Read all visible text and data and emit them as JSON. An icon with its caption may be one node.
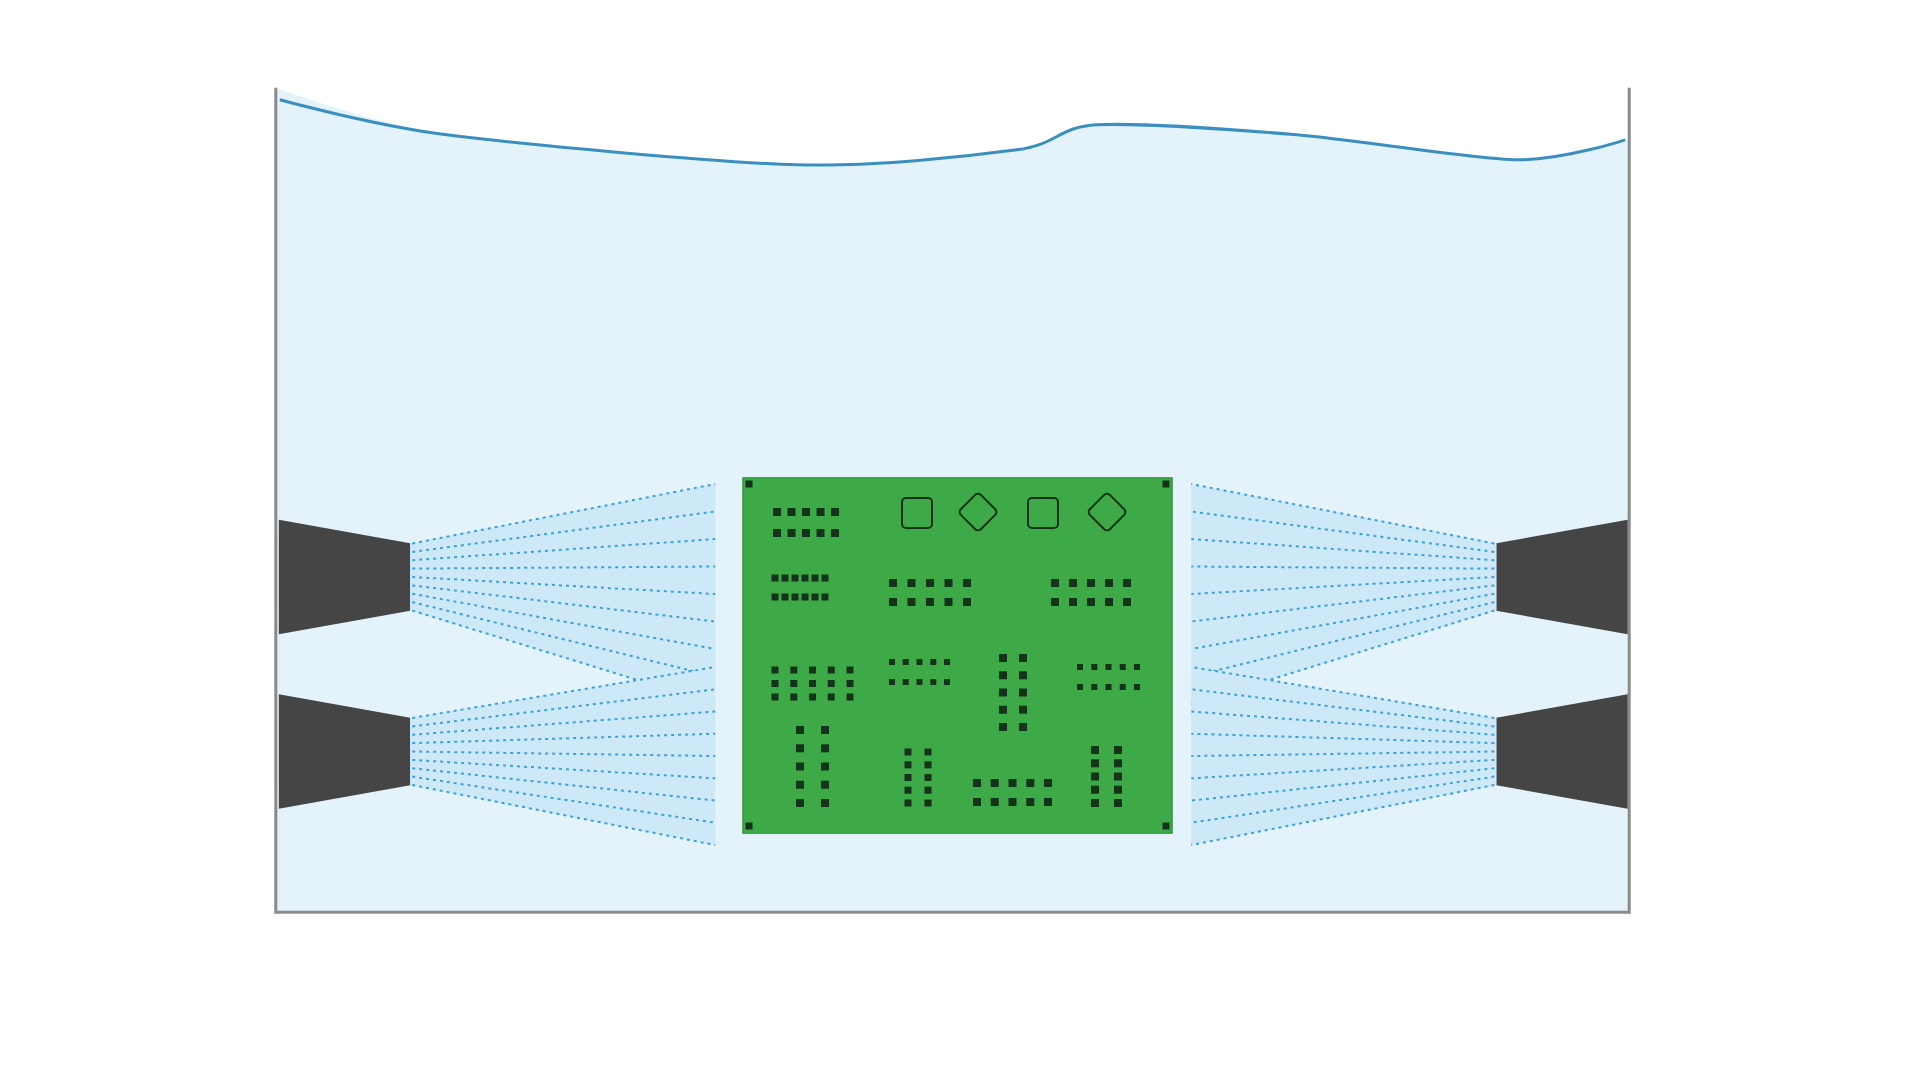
{
  "diagram": {
    "nodes": [
      {
        "text": [],
        "shape": "box"
      },
      {
        "text": [],
        "shape": "trapezoid",
        "in": 0
      },
      {
        "text": [],
        "shape": "trapezoid",
        "in": 0
      },
      {
        "text": [],
        "shape": "picture",
        "in": 0
      },
      {
        "text": [],
        "shape": "trapezoid",
        "in": 0
      },
      {
        "text": [],
        "shape": "trapezoid",
        "in": 0
      }
    ]
  }
}
